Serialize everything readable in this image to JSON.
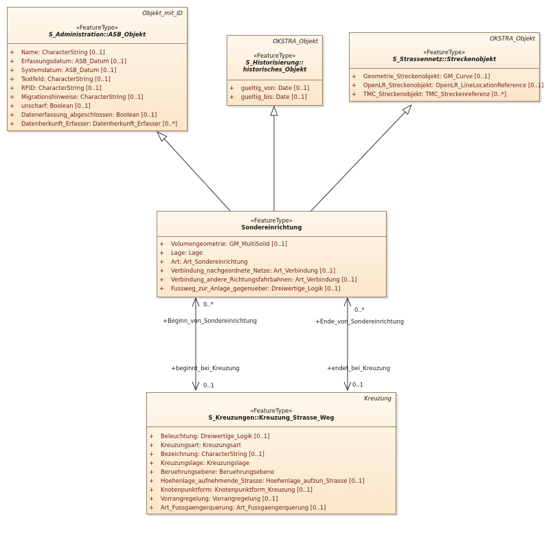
{
  "classes": {
    "asb": {
      "package": "Objekt_mit_ID",
      "stereotype": "«FeatureType»",
      "name": "S_Administration::ASB_Objekt",
      "attributes": [
        "Name: CharacterString [0..1]",
        "Erfassungsdatum: ASB_Datum [0..1]",
        "Systemdatum: ASB_Datum [0..1]",
        "Textfeld: CharacterString [0..1]",
        "RFID: CharacterString [0..1]",
        "Migrationshinweise: CharacterString [0..1]",
        "unscharf: Boolean [0..1]",
        "Datenerfassung_abgeschlossen: Boolean [0..1]",
        "Datenherkunft_Erfasser: Datenherkunft_Erfasser [0..*]"
      ]
    },
    "hist": {
      "package": "OKSTRA_Objekt",
      "stereotype": "«FeatureType»",
      "name_line1": "S_Historisierung::",
      "name_line2": "historisches_Objekt",
      "attributes": [
        "gueltig_von: Date [0..1]",
        "gueltig_bis: Date [0..1]"
      ]
    },
    "strecke": {
      "package": "OKSTRA_Objekt",
      "stereotype": "«FeatureType»",
      "name": "S_Strassennetz::Streckenobjekt",
      "attributes": [
        "Geometrie_Streckenobjekt: GM_Curve [0..1]",
        "OpenLR_Streckenobjekt: OpenLR_LineLocationReference [0..1]",
        "TMC_Streckenobjekt: TMC_Streckenreferenz [0..*]"
      ]
    },
    "sonder": {
      "stereotype": "«FeatureType»",
      "name": "Sondereinrichtung",
      "attributes": [
        "Volumengeometrie: GM_MultiSolid [0..1]",
        "Lage: Lage",
        "Art: Art_Sondereinrichtung",
        "Verbindung_nachgeordnete_Netze: Art_Verbindung [0..1]",
        "Verbindung_andere_Richtungsfahrbahnen: Art_Verbindung [0..1]",
        "Fussweg_zur_Anlage_gegenueber: Dreiwertige_Logik [0..1]"
      ]
    },
    "kreuzung": {
      "package": "Kreuzung",
      "stereotype": "«FeatureType»",
      "name": "S_Kreuzungen::Kreuzung_Strasse_Weg",
      "attributes": [
        "Beleuchtung: Dreiwertige_Logik [0..1]",
        "Kreuzungsart: Kreuzungsart",
        "Bezeichnung: CharacterString [0..1]",
        "Kreuzungslage: Kreuzungslage",
        "Beruehrungsebene: Beruehrungsebene",
        "Hoehenlage_aufnehmende_Strasse: Hoehenlage_aufzun_Strasse [0..1]",
        "Knotenpunktform: Knotenpunktform_Kreuzung [0..1]",
        "Vorrangregelung: Vorrangregelung [0..1]",
        "Art_Fussgaengerquerung: Art_Fussgaengerquerung [0..1]"
      ]
    }
  },
  "visibility_marker": "+",
  "associations": {
    "left": {
      "role_top": "+Beginn_von_Sondereinrichtung",
      "mult_top": "0..*",
      "role_bottom": "+beginnt_bei_Kreuzung",
      "mult_bottom": "0..1"
    },
    "right": {
      "role_top": "+Ende_von_Sondereinrichtung",
      "mult_top": "0..*",
      "role_bottom": "+endet_bei_Kreuzung",
      "mult_bottom": "0..1"
    }
  },
  "colors": {
    "box_top": "#fff7ec",
    "box_bottom": "#fbe6c9",
    "border": "#9c8060",
    "attribute_text": "#6b1a0c"
  }
}
